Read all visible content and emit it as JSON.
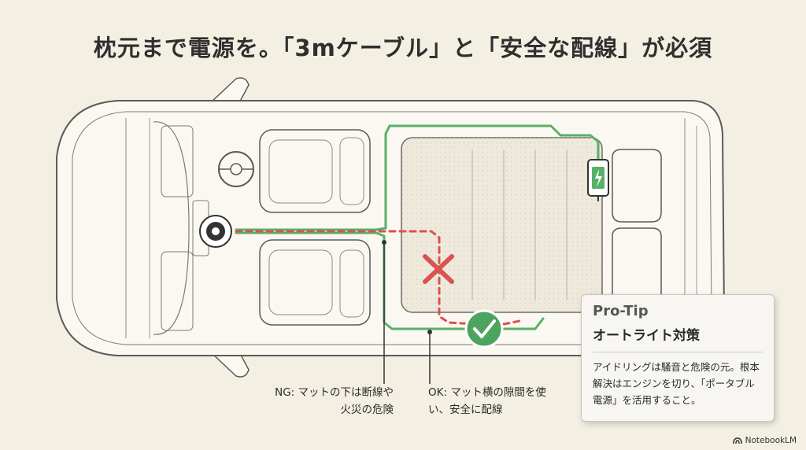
{
  "title": "枕元まで電源を。「3mケーブル」と「安全な配線」が必須",
  "labels": {
    "ng": "NG: マットの下は断線や火災の危険",
    "ok": "OK: マット横の隙間を使い、安全に配線"
  },
  "tip": {
    "heading": "Pro-Tip",
    "subheading": "オートライト対策",
    "body": "アイドリングは騒音と危険の元。根本解決はエンジンを切り、「ポータブル電源」を活用すること。"
  },
  "brand": "NotebookLM",
  "colors": {
    "ok_route": "#58b06a",
    "ng_route": "#d9534f",
    "mattress": "#efe9dc",
    "car_body": "#fbf8f1",
    "outline": "#5a5a5a"
  }
}
